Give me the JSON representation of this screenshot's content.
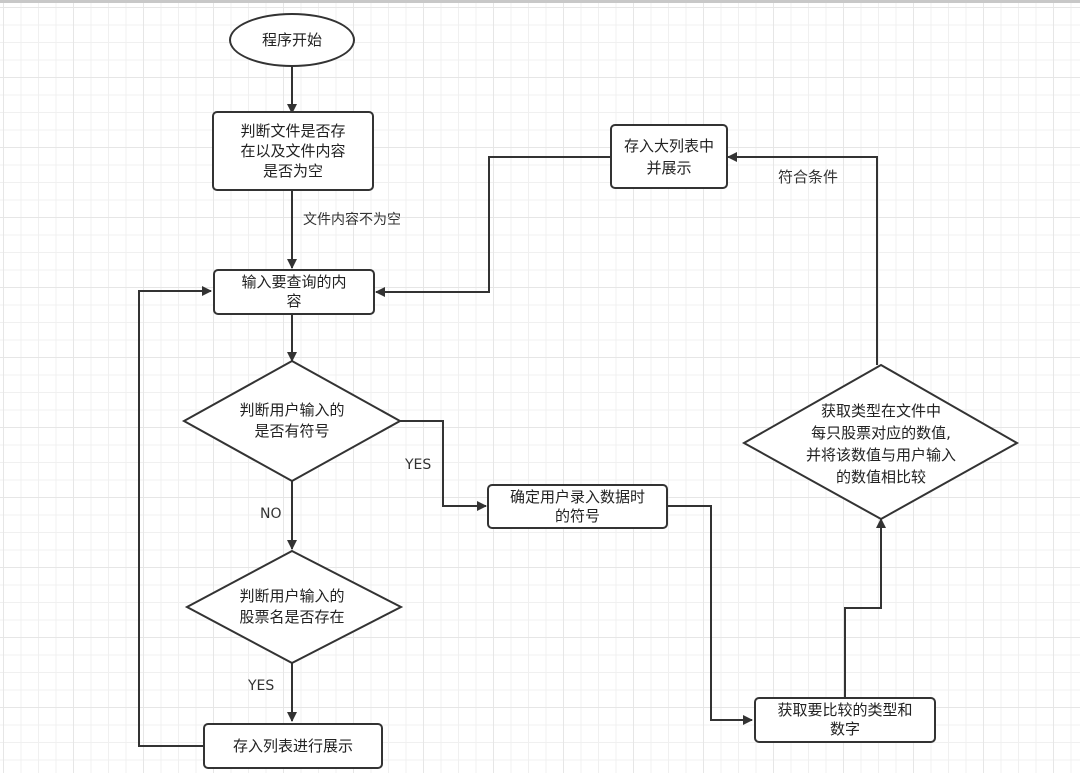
{
  "diagram": {
    "type": "flowchart",
    "nodes": {
      "start": "程序开始",
      "check_file": "判断文件是否存在以及文件内容是否为空",
      "input_query": "输入要查询的内容",
      "check_symbol": "判断用户输入的是否有符号",
      "determine_symbol": "确定用户录入数据时的符号",
      "check_stock_name": "判断用户输入的股票名是否存在",
      "save_to_list": "存入列表进行展示",
      "get_compare_type": "获取要比较的类型和数字",
      "compare_values": "获取类型在文件中每只股票对应的数值，并将该数值与用户输入的数值相比较",
      "save_to_big_list": "存入大列表中并展示"
    },
    "node_lines": {
      "check_file": [
        "判断文件是否存",
        "在以及文件内容",
        "是否为空"
      ],
      "input_query": [
        "输入要查询的内",
        "容"
      ],
      "check_symbol": [
        "判断用户输入的",
        "是否有符号"
      ],
      "determine_symbol": [
        "确定用户录入数据时",
        "的符号"
      ],
      "check_stock_name": [
        "判断用户输入的",
        "股票名是否存在"
      ],
      "get_compare_type": [
        "获取要比较的类型和",
        "数字"
      ],
      "compare_values": [
        "获取类型在文件中",
        "每只股票对应的数值,",
        "并将该数值与用户输入",
        "的数值相比较"
      ],
      "save_to_big_list": [
        "存入大列表中",
        "并展示"
      ]
    },
    "edge_labels": {
      "file_not_empty": "文件内容不为空",
      "symbol_yes": "YES",
      "symbol_no": "NO",
      "stock_exists_yes": "YES",
      "meets_condition": "符合条件"
    },
    "edges": [
      {
        "from": "start",
        "to": "check_file",
        "label": ""
      },
      {
        "from": "check_file",
        "to": "input_query",
        "label": "文件内容不为空"
      },
      {
        "from": "input_query",
        "to": "check_symbol",
        "label": ""
      },
      {
        "from": "check_symbol",
        "to": "determine_symbol",
        "label": "YES"
      },
      {
        "from": "check_symbol",
        "to": "check_stock_name",
        "label": "NO"
      },
      {
        "from": "check_stock_name",
        "to": "save_to_list",
        "label": "YES"
      },
      {
        "from": "save_to_list",
        "to": "input_query",
        "label": ""
      },
      {
        "from": "determine_symbol",
        "to": "get_compare_type",
        "label": ""
      },
      {
        "from": "get_compare_type",
        "to": "compare_values",
        "label": ""
      },
      {
        "from": "compare_values",
        "to": "save_to_big_list",
        "label": "符合条件"
      },
      {
        "from": "save_to_big_list",
        "to": "input_query",
        "label": ""
      }
    ],
    "colors": {
      "stroke": "#333333",
      "text": "#222222",
      "grid_major": "#e6e6e6",
      "grid_minor": "#f0f0f0",
      "background": "#ffffff"
    }
  }
}
